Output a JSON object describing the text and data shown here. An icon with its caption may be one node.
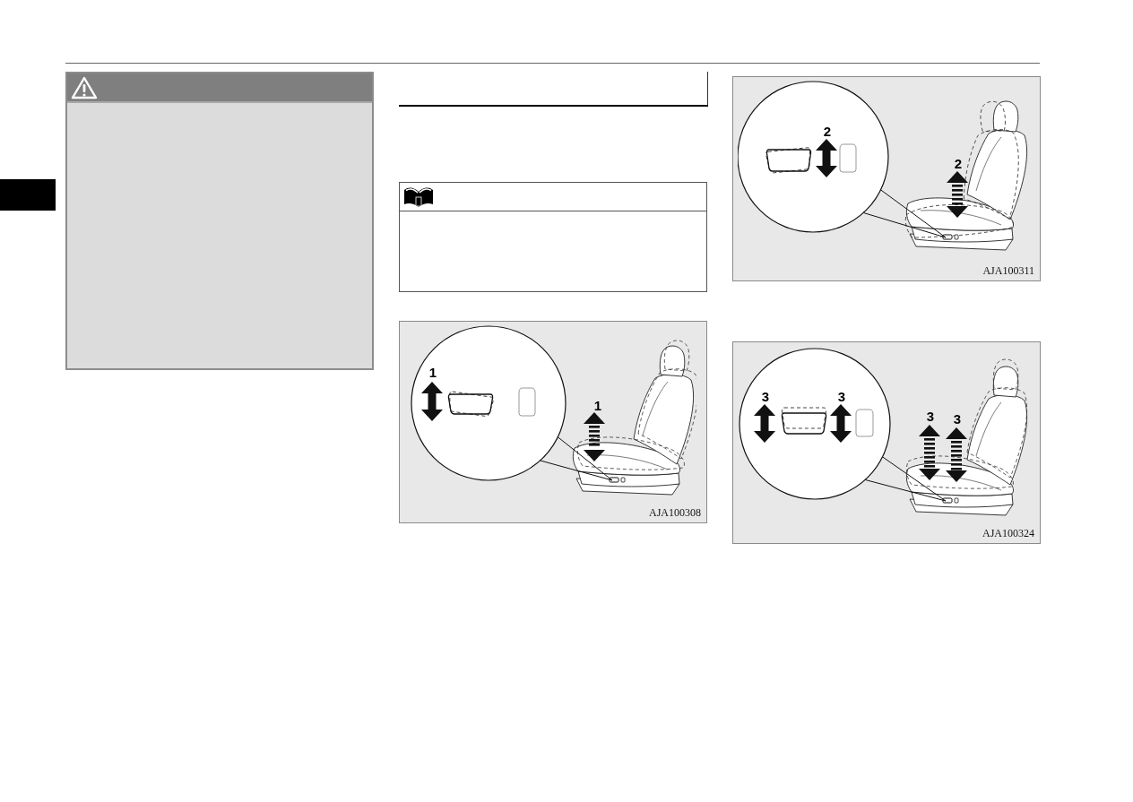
{
  "diagram": {
    "labels": [
      "1",
      "1",
      "AJA100308",
      "2",
      "2",
      "AJA100311",
      "3",
      "3",
      "3",
      "3",
      "AJA100324"
    ]
  }
}
